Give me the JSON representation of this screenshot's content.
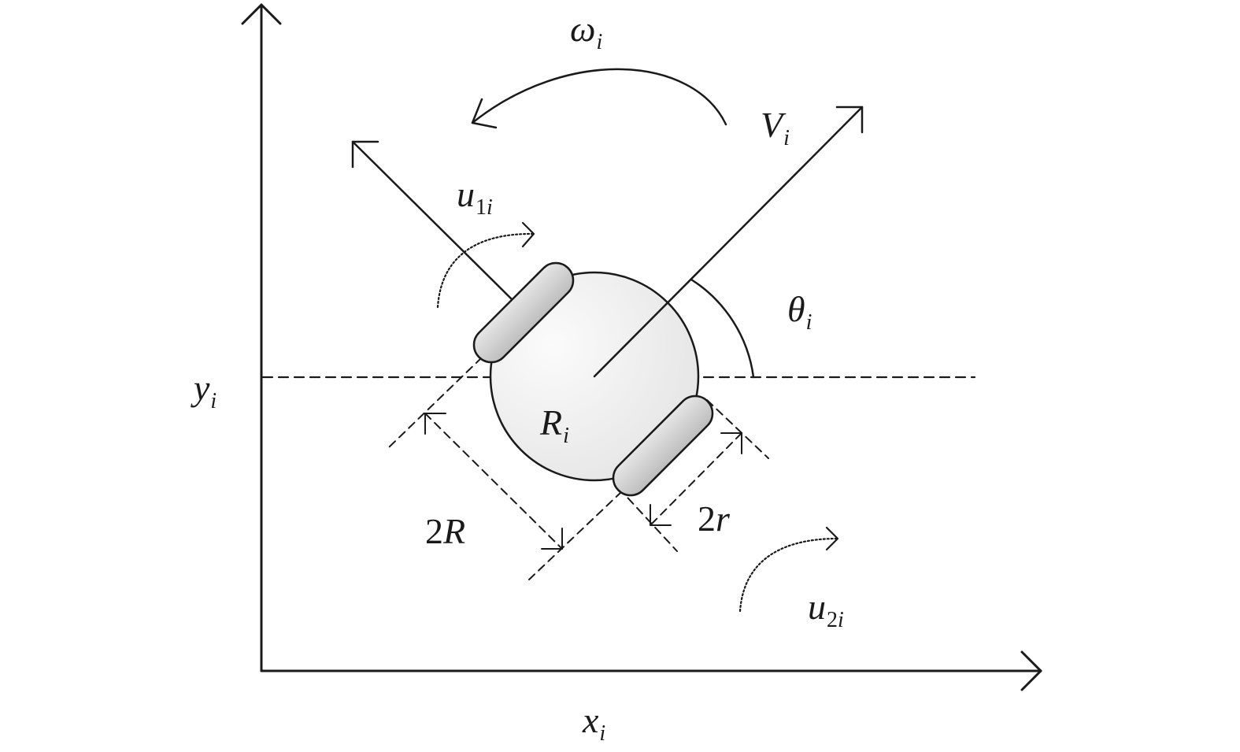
{
  "labels": {
    "omega": {
      "main": "ω",
      "sub": "i"
    },
    "velocity": {
      "main": "V",
      "sub": "i"
    },
    "u1": {
      "main": "u",
      "sub_num": "1",
      "sub": "i"
    },
    "u2": {
      "main": "u",
      "sub_num": "2",
      "sub": "i"
    },
    "theta": {
      "main": "θ",
      "sub": "i"
    },
    "y_axis": {
      "main": "y",
      "sub": "i"
    },
    "x_axis": {
      "main": "x",
      "sub": "i"
    },
    "radius": {
      "main": "R",
      "sub": "i"
    },
    "body_width": {
      "num": "2",
      "main": "R"
    },
    "wheel_width": {
      "num": "2",
      "main": "r"
    }
  },
  "colors": {
    "stroke": "#1a1a1a",
    "body_fill": "#f2f2f2",
    "wheel_fill": "#d6d6d6"
  }
}
